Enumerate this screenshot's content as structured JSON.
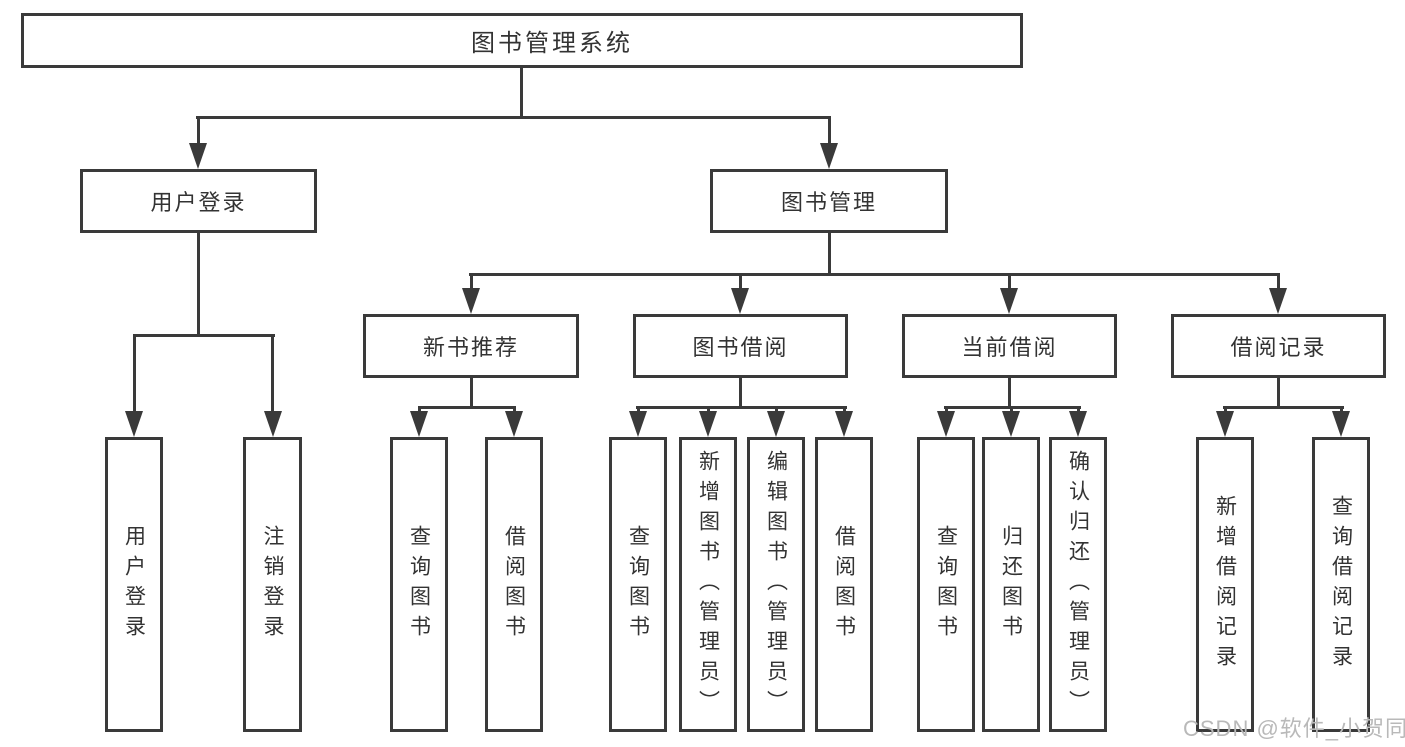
{
  "diagram": {
    "root": "图书管理系统",
    "branches": [
      {
        "label": "用户登录",
        "children": [
          "用户登录",
          "注销登录"
        ]
      },
      {
        "label": "图书管理",
        "groups": [
          {
            "label": "新书推荐",
            "children": [
              "查询图书",
              "借阅图书"
            ]
          },
          {
            "label": "图书借阅",
            "children": [
              "查询图书",
              "新增图书（管理员）",
              "编辑图书（管理员）",
              "借阅图书"
            ]
          },
          {
            "label": "当前借阅",
            "children": [
              "查询图书",
              "归还图书",
              "确认归还（管理员）"
            ]
          },
          {
            "label": "借阅记录",
            "children": [
              "新增借阅记录",
              "查询借阅记录"
            ]
          }
        ]
      }
    ]
  },
  "watermark": "CSDN @软件_小贺同学",
  "colors": {
    "line": "#3a3a3a",
    "text": "#333333",
    "watermark": "#b9b9b9",
    "background": "#ffffff"
  }
}
